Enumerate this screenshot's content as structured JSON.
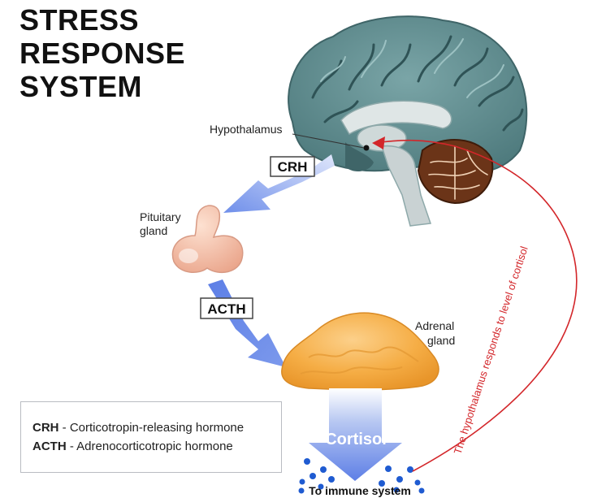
{
  "title": {
    "line1": "STRESS",
    "line2": "RESPONSE",
    "line3": "SYSTEM"
  },
  "labels": {
    "hypothalamus": "Hypothalamus",
    "pituitary_line1": "Pituitary",
    "pituitary_line2": "gland",
    "adrenal_line1": "Adrenal",
    "adrenal_line2": "gland",
    "crh": "CRH",
    "acth": "ACTH",
    "cortisol": "Cortisol",
    "to_immune": "To immune system",
    "feedback": "The hypothalamus responds to level of cortisol"
  },
  "legend": {
    "crh_abbr": "CRH",
    "crh_desc": " - Corticotropin-releasing hormone",
    "acth_abbr": "ACTH",
    "acth_desc": " - Adrenocorticotropic hormone"
  },
  "colors": {
    "arrow_blue": "#6f8fea",
    "feedback_red": "#d3262a",
    "brain": "#5e8a8d",
    "adrenal": "#f4a93e",
    "pituitary": "#f2b79f",
    "cerebellum": "#7a3d1c",
    "dots": "#1f5bd1"
  }
}
